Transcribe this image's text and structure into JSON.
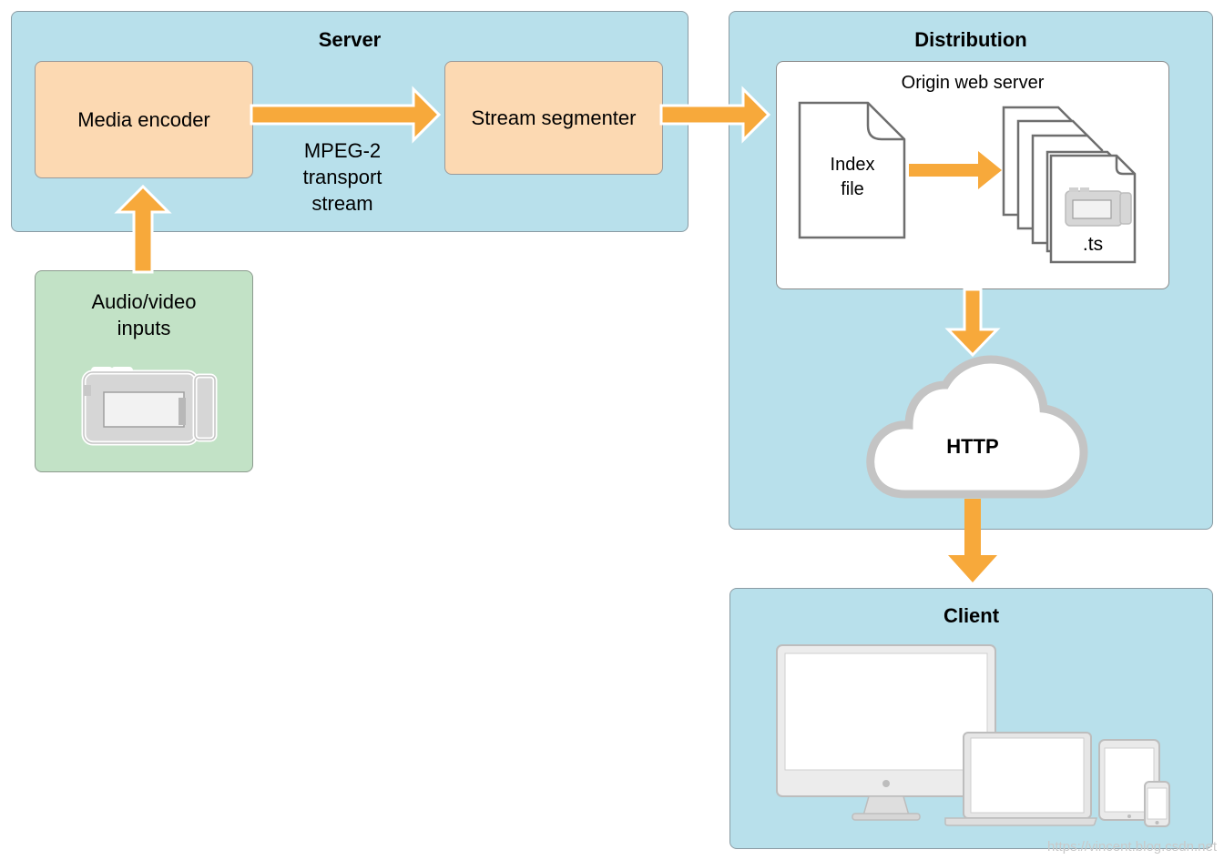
{
  "server": {
    "title": "Server",
    "media_encoder": "Media encoder",
    "stream_segmenter": "Stream segmenter",
    "transport_label": [
      "MPEG-2",
      "transport",
      "stream"
    ]
  },
  "inputs": {
    "label": [
      "Audio/video",
      "inputs"
    ]
  },
  "distribution": {
    "title": "Distribution",
    "origin_label": "Origin web server",
    "index_file": [
      "Index",
      "file"
    ],
    "ts_label": ".ts",
    "cloud_label": "HTTP"
  },
  "client": {
    "title": "Client"
  },
  "watermark": "https://vincent.blog.csdn.net",
  "colors": {
    "panel_blue": "#b8e0eb",
    "box_orange": "#fcd9b2",
    "box_green": "#c2e2c6",
    "arrow_orange": "#f7a93b"
  }
}
